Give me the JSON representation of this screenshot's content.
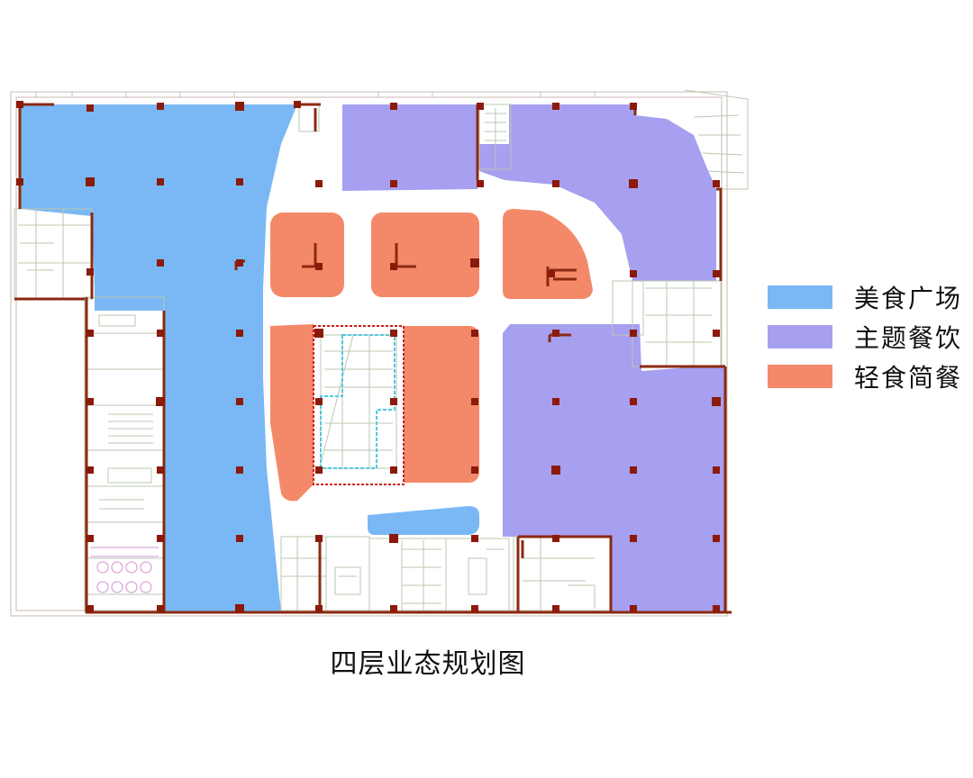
{
  "diagram": {
    "caption": "四层业态规划图",
    "legend": [
      {
        "label": "美食广场",
        "color": "#7ab8f5"
      },
      {
        "label": "主题餐饮",
        "color": "#a79ff0"
      },
      {
        "label": "轻食简餐",
        "color": "#f4896a"
      }
    ],
    "colors": {
      "wall": "#8b2a10",
      "column": "#8b1a0a",
      "linework": "#b9c9b0",
      "stair_outline": "#52c8e0",
      "atrium_outline": "#d11c1c"
    }
  }
}
